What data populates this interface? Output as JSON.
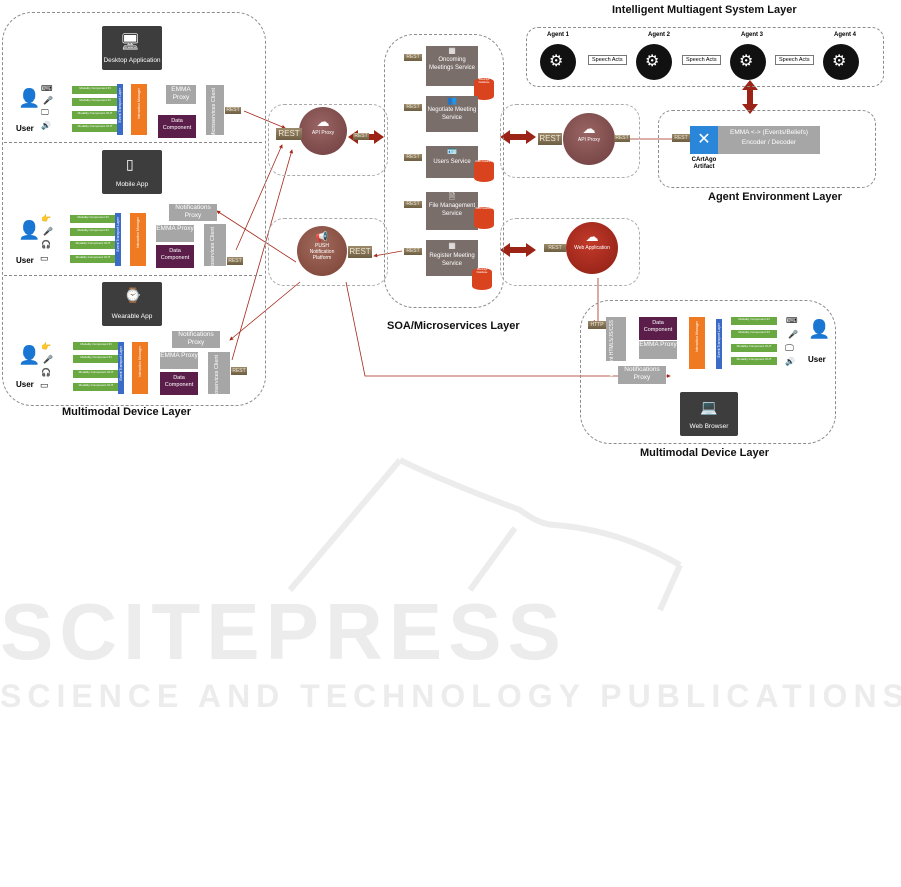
{
  "layers": {
    "multiagent": "Intelligent Multiagent System Layer",
    "agent_env": "Agent Environment Layer",
    "soa": "SOA/Microservices Layer",
    "device_left": "Multimodal Device Layer",
    "device_right": "Multimodal Device Layer"
  },
  "agents": [
    "Agent 1",
    "Agent 2",
    "Agent 3",
    "Agent 4"
  ],
  "speech_acts": "Speech Acts",
  "env": {
    "rest": "REST",
    "encoder": "EMMA <-> (Events/Beliefs) Encoder / Decoder",
    "artifact": "CArtAgo Artifact"
  },
  "devices": {
    "desktop": "Desktop Application",
    "mobile": "Mobile App",
    "wearable": "Wearable App",
    "browser": "Web Browser"
  },
  "common": {
    "user": "User",
    "mod_in": "Modality Component IN",
    "mod_out": "Modality Component OUT",
    "etl": "Event Transport Layer",
    "im": "Interaction Manager",
    "emma": "EMMA Proxy",
    "data": "Data Component",
    "ms_client": "Microservices Client",
    "notif": "Notifications Proxy",
    "rest": "REST",
    "http": "HTTP",
    "web_client": "Web Client HTML5/JS/CSS"
  },
  "hubs": {
    "api_proxy_left": "API Proxy",
    "push": "PUSH Notification Platform",
    "api_proxy_right": "API Proxy",
    "web_app": "Web Application"
  },
  "services": [
    {
      "name": "Oncoming Meetings Service",
      "db": "Meetings Database"
    },
    {
      "name": "Negotiate Meeting Service",
      "db": ""
    },
    {
      "name": "Users Service",
      "db": "Users Database"
    },
    {
      "name": "File Management Service",
      "db": "Files Database"
    },
    {
      "name": "Register Meeting Service",
      "db": "Meetings Database"
    }
  ],
  "watermark": {
    "line1": "SCITEPRESS",
    "line2": "SCIENCE AND TECHNOLOGY PUBLICATIONS"
  },
  "colors": {
    "arrow": "#a52a1a",
    "hub": "#7e4a4a",
    "green": "#6aa842",
    "blue": "#3a6bc6",
    "orange": "#f07a22"
  }
}
